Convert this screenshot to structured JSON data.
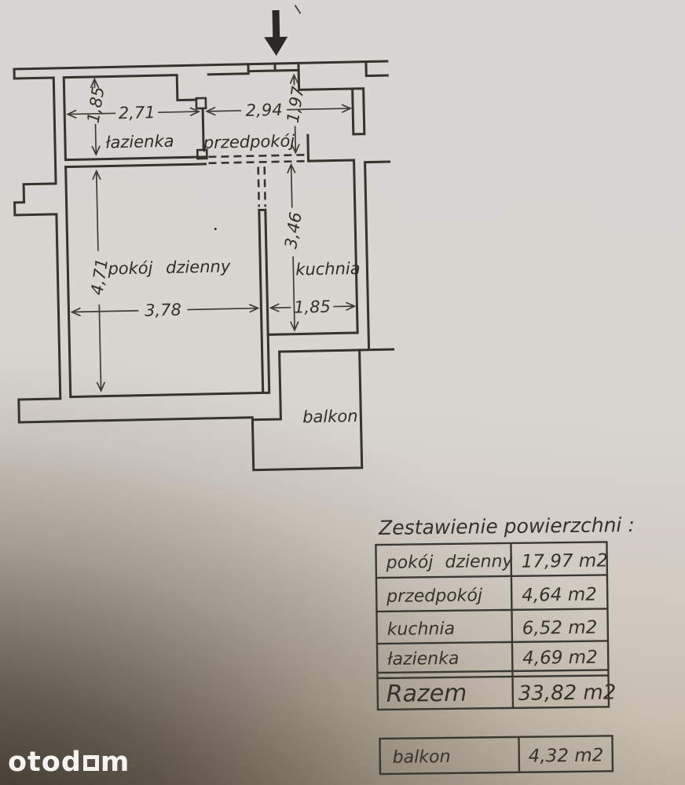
{
  "floorplan": {
    "rooms": {
      "lazienka": "łazienka",
      "przedpokoj": "przedpokój",
      "pokoj": "pokój dzienny",
      "kuchnia": "kuchnia",
      "balkon": "balkon"
    },
    "dims": {
      "lazienka_w": "2,71",
      "lazienka_h": "1,85",
      "przedpokoj_w": "2,94",
      "przedpokoj_h": "1,97",
      "pokoj_w": "3,78",
      "pokoj_h": "4,71",
      "kuchnia_w": "1,85",
      "kuchnia_h": "3,46"
    }
  },
  "summary": {
    "title": "Zestawienie powierzchni :",
    "rows": [
      {
        "label": "pokój dzienny",
        "value": "17,97 m2"
      },
      {
        "label": "przedpokój",
        "value": "4,64 m2"
      },
      {
        "label": "kuchnia",
        "value": "6,52 m2"
      },
      {
        "label": "łazienka",
        "value": "4,69 m2"
      }
    ],
    "total": {
      "label": "Razem",
      "value": "33,82 m2"
    }
  },
  "balcony": {
    "label": "balkon",
    "value": "4,32 m2"
  },
  "watermark": {
    "prefix": "otod",
    "suffix": "m"
  },
  "colors": {
    "paper": "#d8d5d2",
    "ink": "#35332e",
    "shadow": "#2f271d",
    "logo": "#f6f4f0"
  }
}
